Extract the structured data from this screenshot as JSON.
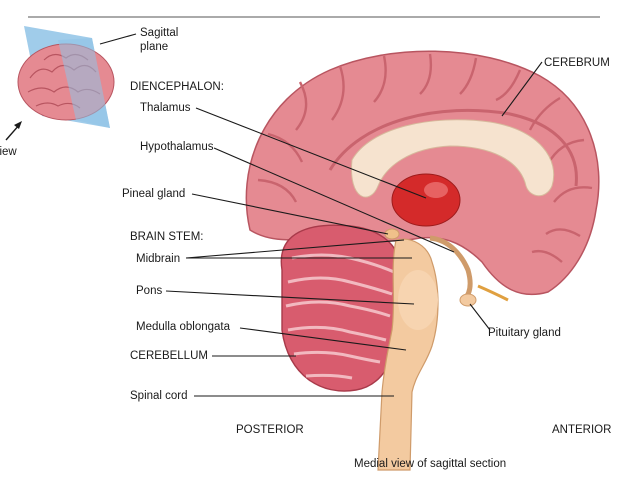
{
  "labels": {
    "view": "View",
    "sagittal_plane": [
      "Sagittal",
      "plane"
    ],
    "diencephalon": "DIENCEPHALON:",
    "thalamus": "Thalamus",
    "hypothalamus": "Hypothalamus",
    "pineal_gland": "Pineal gland",
    "brain_stem": "BRAIN STEM:",
    "midbrain": "Midbrain",
    "pons": "Pons",
    "medulla_oblongata": "Medulla oblongata",
    "cerebellum": "CEREBELLUM",
    "spinal_cord": "Spinal cord",
    "cerebrum": "CEREBRUM",
    "pituitary_gland": "Pituitary gland",
    "posterior": "POSTERIOR",
    "anterior": "ANTERIOR"
  },
  "caption": "Medial view of sagittal section",
  "colors": {
    "cortex": "#e58a92",
    "cortex_dark": "#c9646e",
    "corpus_callosum": "#f6e3cf",
    "thalamus": "#d42a2a",
    "brainstem": "#f3caa0",
    "cerebellum": "#d85c6e",
    "plane": "#8fc3e6"
  }
}
